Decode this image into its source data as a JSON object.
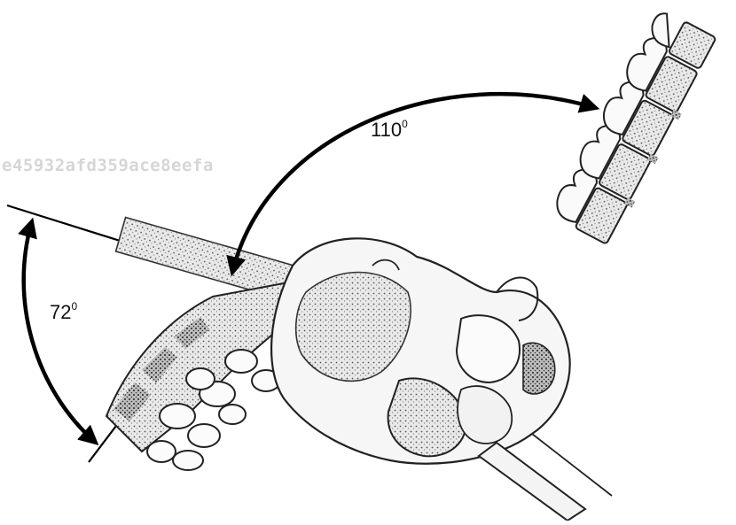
{
  "watermark": "e45932afd359ace8eefa",
  "angles": {
    "upper": {
      "value": "110",
      "superscript": "0"
    },
    "lower": {
      "value": "72",
      "superscript": "0"
    }
  }
}
